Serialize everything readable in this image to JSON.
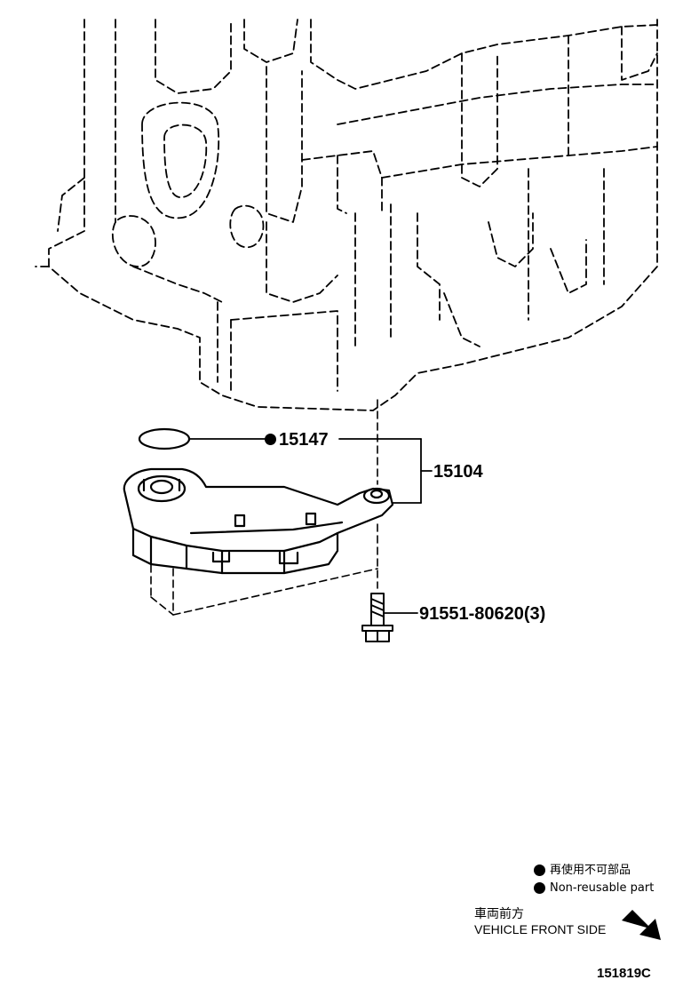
{
  "callouts": {
    "oring": "15147",
    "strainer_assembly": "15104",
    "bolt": "91551-80620(3)"
  },
  "legend": {
    "non_reusable_jp": "再使用不可部品",
    "non_reusable_en": "Non-reusable part"
  },
  "front_indicator": {
    "label_jp": "車両前方",
    "label_en": "VEHICLE FRONT SIDE",
    "arrow_icon": "arrow-down-right-icon"
  },
  "figure_ref": "151819C",
  "colors": {
    "line": "#000000",
    "background": "#ffffff"
  }
}
